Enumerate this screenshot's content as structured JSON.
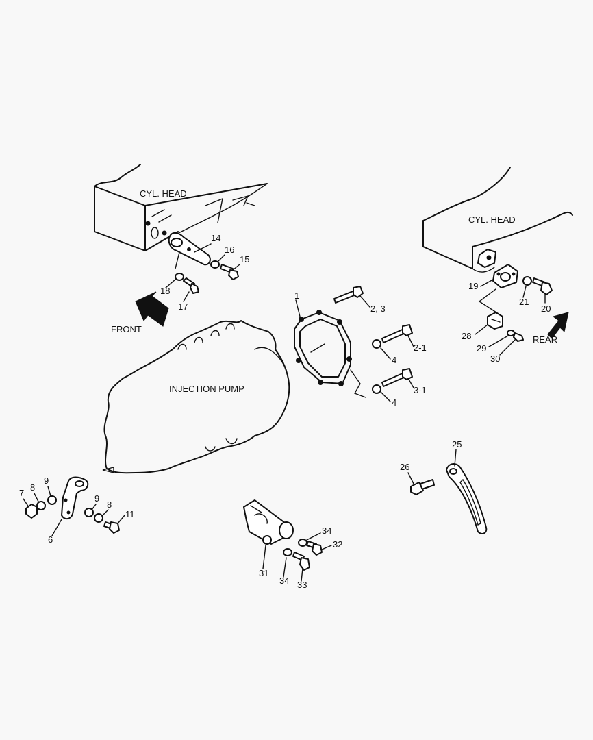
{
  "labels": {
    "cyl_head_left": "CYL. HEAD",
    "cyl_head_right": "CYL. HEAD",
    "front": "FRONT",
    "rear": "REAR",
    "injection_pump": "INJECTION PUMP"
  },
  "callouts": {
    "p1": "1",
    "p2_3": "2, 3",
    "p2_1": "2-1",
    "p3_1": "3-1",
    "p4a": "4",
    "p4b": "4",
    "p6": "6",
    "p7": "7",
    "p8a": "8",
    "p9a": "9",
    "p9b": "9",
    "p8b": "8",
    "p11": "11",
    "p14": "14",
    "p15": "15",
    "p16": "16",
    "p17": "17",
    "p18": "18",
    "p19": "19",
    "p20": "20",
    "p21": "21",
    "p25": "25",
    "p26": "26",
    "p28": "28",
    "p29": "29",
    "p30": "30",
    "p31": "31",
    "p32": "32",
    "p33": "33",
    "p34a": "34",
    "p34b": "34"
  }
}
